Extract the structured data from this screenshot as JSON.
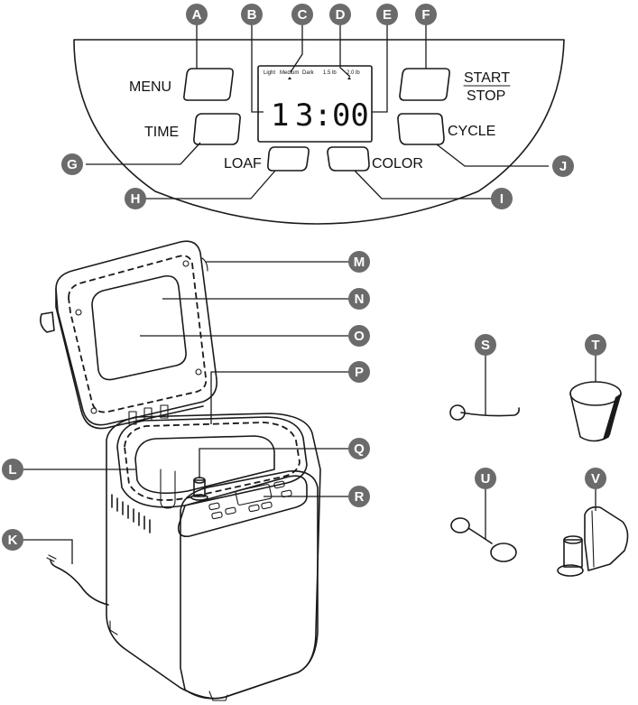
{
  "control_panel": {
    "buttons": {
      "menu": "MENU",
      "time": "TIME",
      "loaf": "LOAF",
      "color": "COLOR",
      "start": "START",
      "stop": "STOP",
      "cycle": "CYCLE"
    },
    "display": {
      "indicator_light": "Light",
      "indicator_medium": "Medium",
      "indicator_dark": "Dark",
      "indicator_1_5lb": "1.5 lb",
      "indicator_2_0lb": "2.0 lb",
      "cycle_number": "1",
      "time": "3:00"
    }
  },
  "callouts": [
    "A",
    "B",
    "C",
    "D",
    "E",
    "F",
    "G",
    "H",
    "I",
    "J",
    "K",
    "L",
    "M",
    "N",
    "O",
    "P",
    "Q",
    "R",
    "S",
    "T",
    "U",
    "V"
  ],
  "colors": {
    "callout_fill": "#6b6b6b",
    "ink": "#1a1a1a"
  }
}
